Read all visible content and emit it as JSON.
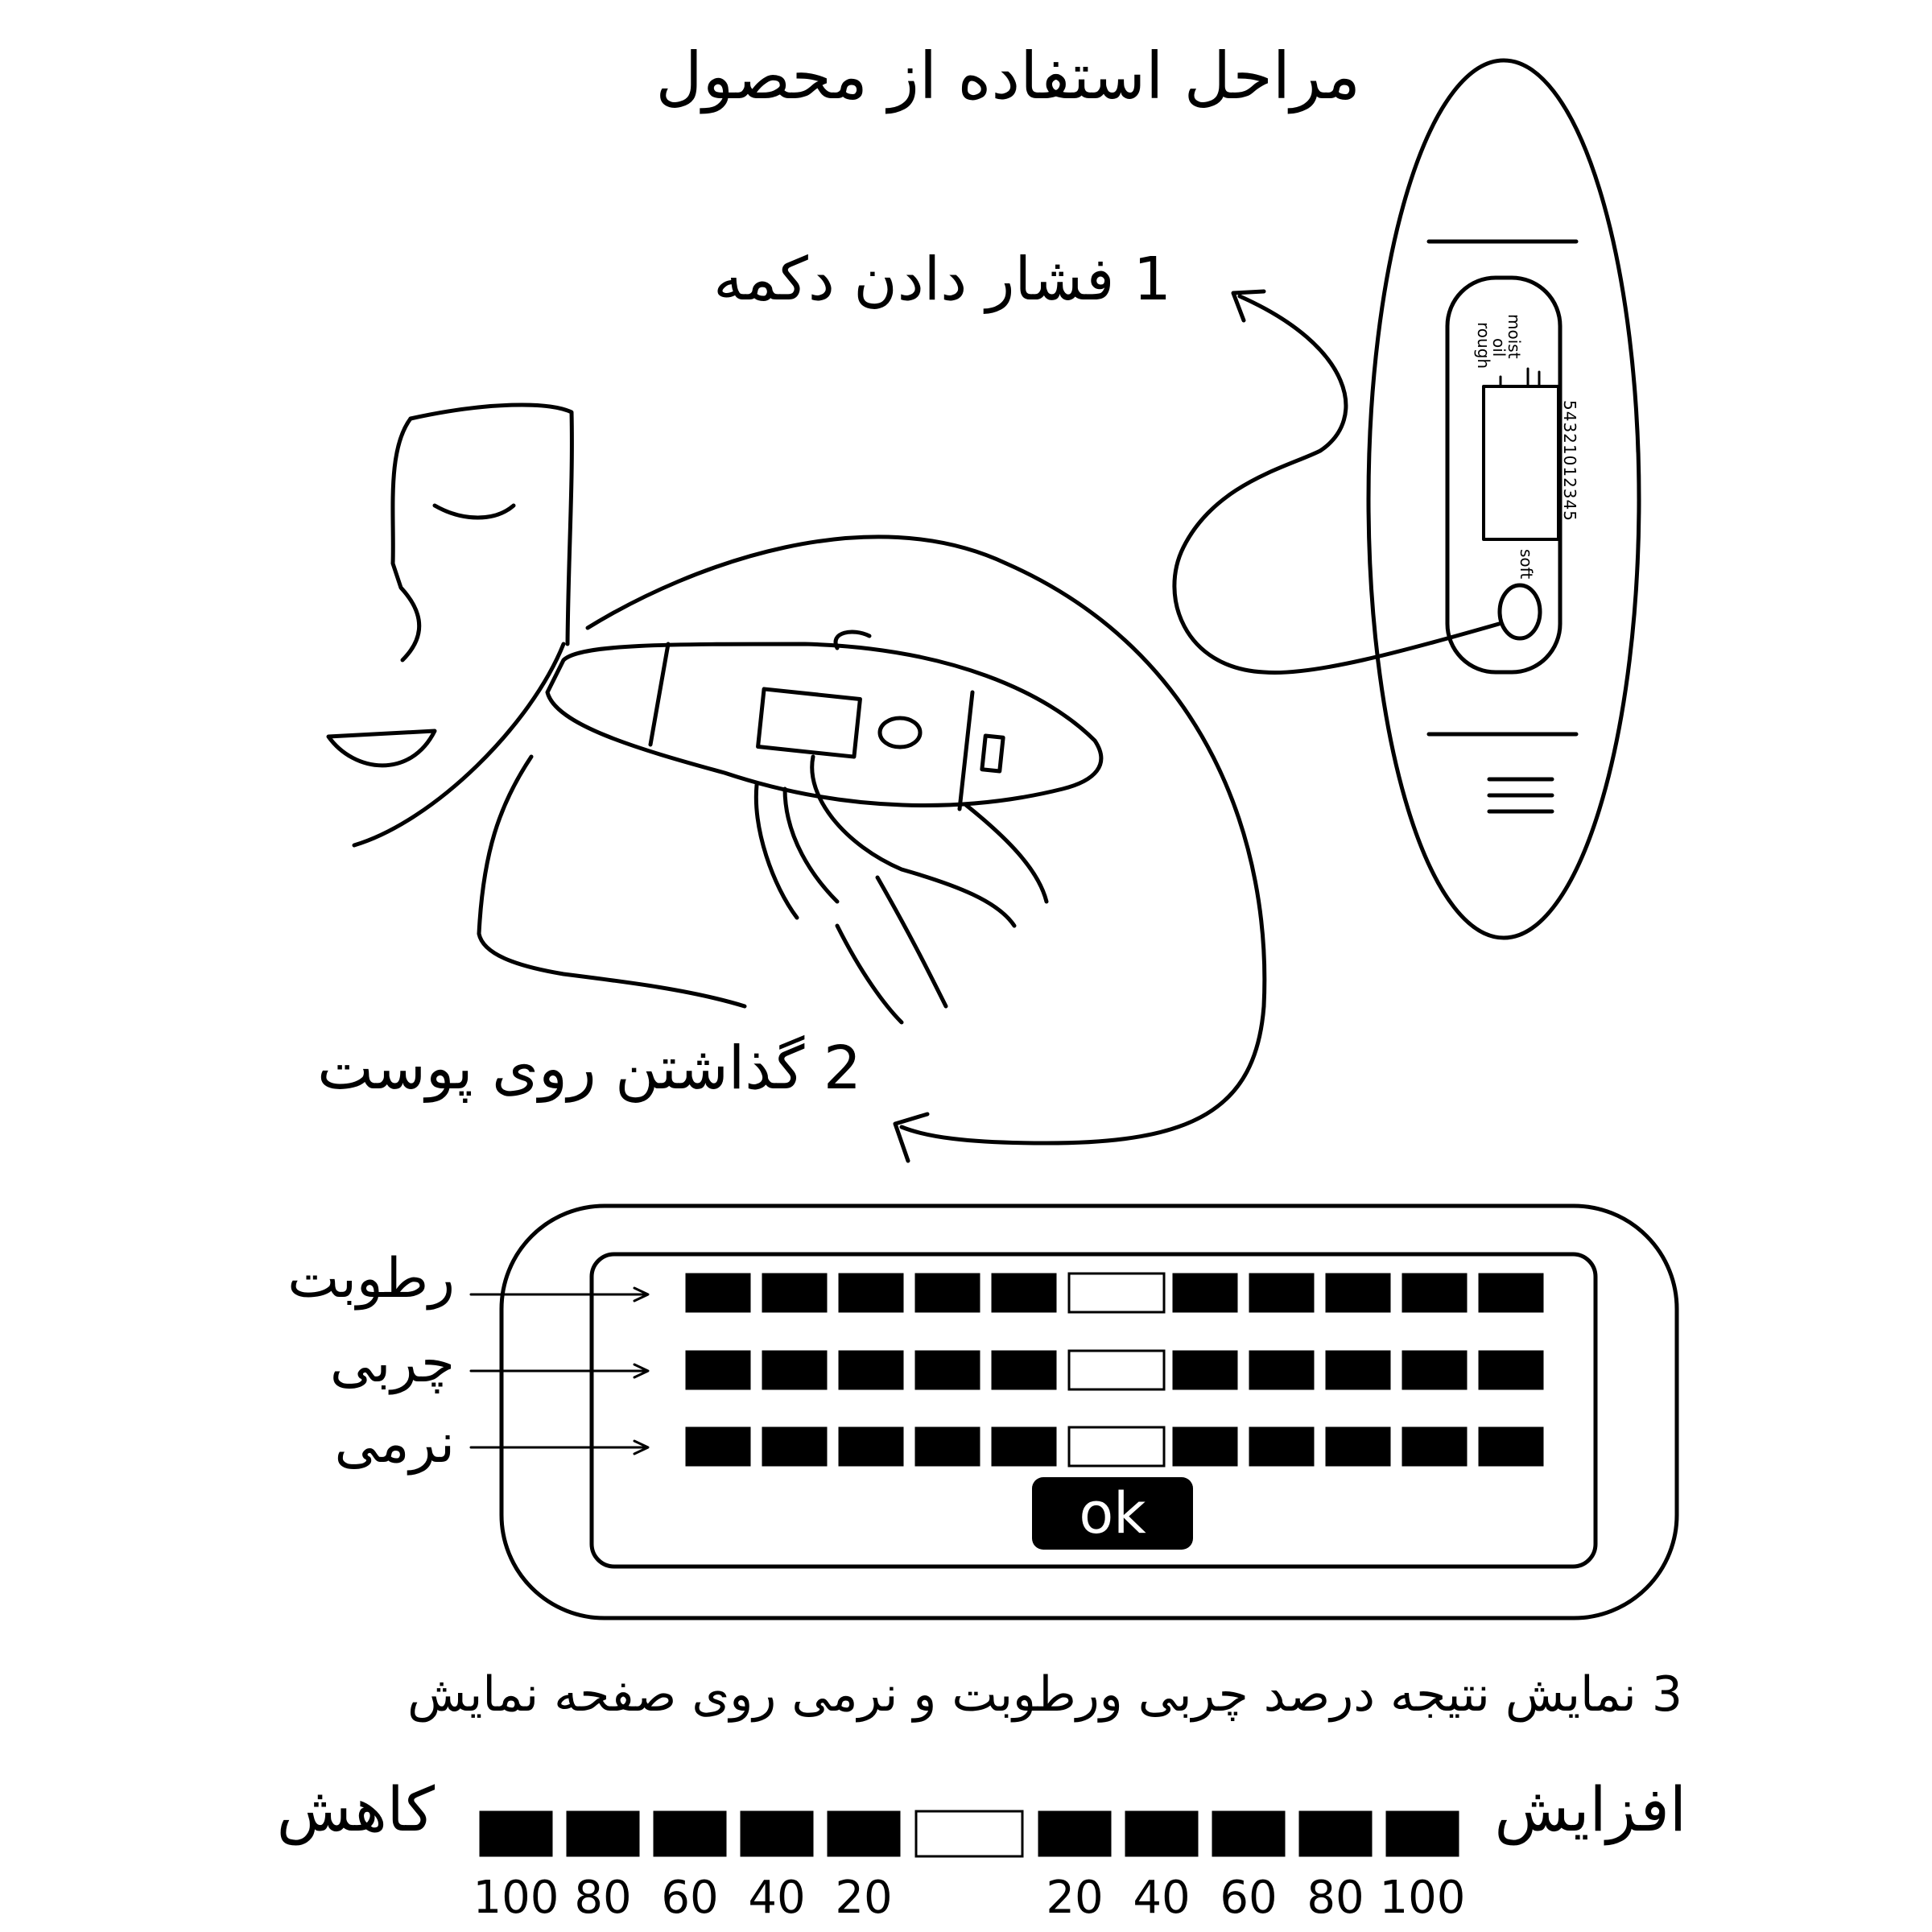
{
  "title": "مراحل استفاده از محصول",
  "steps": {
    "step1": "1 فشار دادن دکمه",
    "step2": "2 گذاشتن روی پوست",
    "step3": "3 نمایش نتیجه درصد چربی ورطوبت و نرمی روی صفحه نمایش"
  },
  "device": {
    "labels": {
      "moist": "moist",
      "oil": "oil",
      "rough": "rough",
      "soft": "soft"
    },
    "scale": "54321012345"
  },
  "display": {
    "rows": [
      {
        "label": "رطوبت"
      },
      {
        "label": "چربی"
      },
      {
        "label": "نرمی"
      }
    ],
    "ok": "ok"
  },
  "scale_bar": {
    "left_label": "کاهش",
    "right_label": "افزایش",
    "ticks": [
      "100",
      "80",
      "60",
      "40",
      "20",
      "20",
      "40",
      "60",
      "80",
      "100"
    ]
  },
  "colors": {
    "ink": "#000000",
    "paper": "#ffffff"
  }
}
